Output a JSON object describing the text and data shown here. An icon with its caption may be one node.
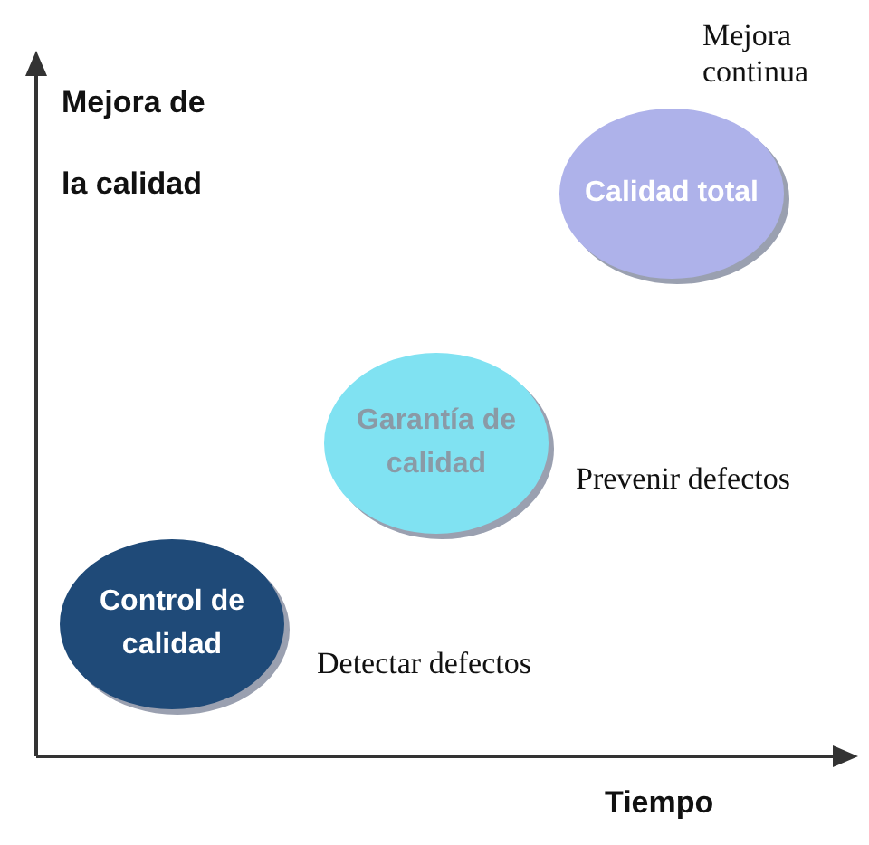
{
  "diagram": {
    "nodes": [
      {
        "text": [
          "Control de calidad"
        ],
        "beside": [
          "Detectar defectos"
        ]
      },
      {
        "text": [
          "Garantía de calidad"
        ],
        "beside": [
          "Prevenir defectos"
        ]
      },
      {
        "text": [
          "Calidad total"
        ],
        "beside": [
          "Mejora continua"
        ]
      }
    ],
    "labels": [
      "Mejora de la calidad",
      "Tiempo"
    ]
  }
}
